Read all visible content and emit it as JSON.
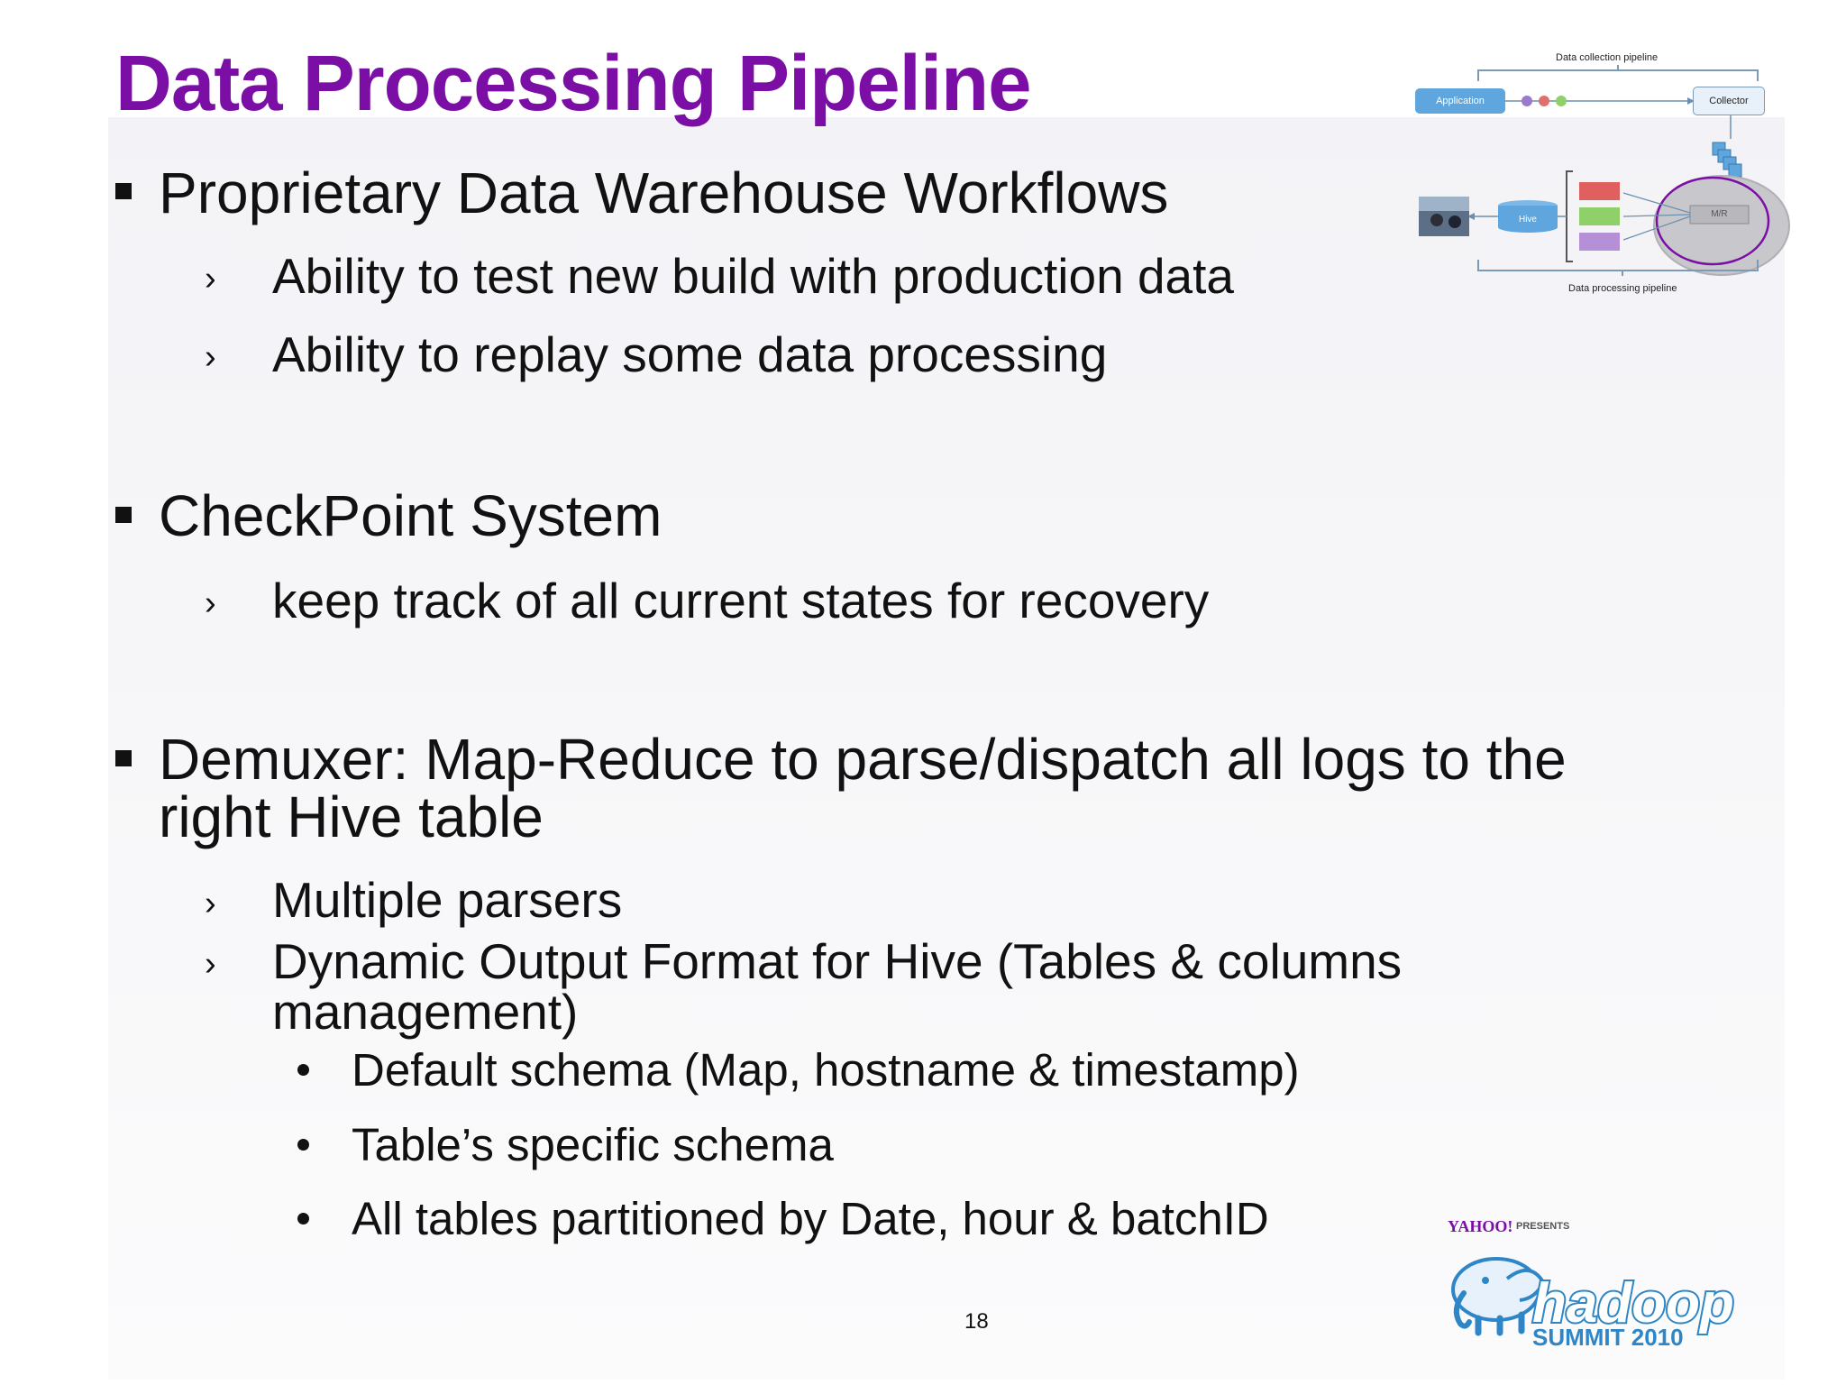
{
  "slide": {
    "title": "Data Processing Pipeline",
    "page_number": "18"
  },
  "sections": [
    {
      "heading": "Proprietary Data Warehouse Workflows",
      "items": [
        "Ability to test new build with production data",
        "Ability to replay some data processing"
      ]
    },
    {
      "heading": "CheckPoint System",
      "items": [
        "keep track of all current states for recovery"
      ]
    },
    {
      "heading_lines": [
        "Demuxer: Map-Reduce to parse/dispatch all logs to the",
        "right Hive table"
      ],
      "items": [
        "Multiple parsers",
        "Dynamic Output Format for Hive (Tables & columns",
        "management)"
      ],
      "subitems": [
        "Default schema (Map, hostname & timestamp)",
        "Table’s specific schema",
        "All tables partitioned by Date, hour & batchID"
      ]
    }
  ],
  "diagram": {
    "top_label": "Data collection pipeline",
    "bottom_label": "Data processing pipeline",
    "application": "Application",
    "collector": "Collector",
    "hive": "Hive",
    "mr": "M/R",
    "colors": {
      "box_blue": "#5ea6dd",
      "red": "#e06060",
      "green": "#8fd06a",
      "purple": "#b590d6",
      "ellipse": "#7b0ea5"
    }
  },
  "logo": {
    "yahoo": "YAHOO!",
    "presents": "PRESENTS",
    "hadoop": "hadoop",
    "summit": "SUMMIT 2010"
  }
}
